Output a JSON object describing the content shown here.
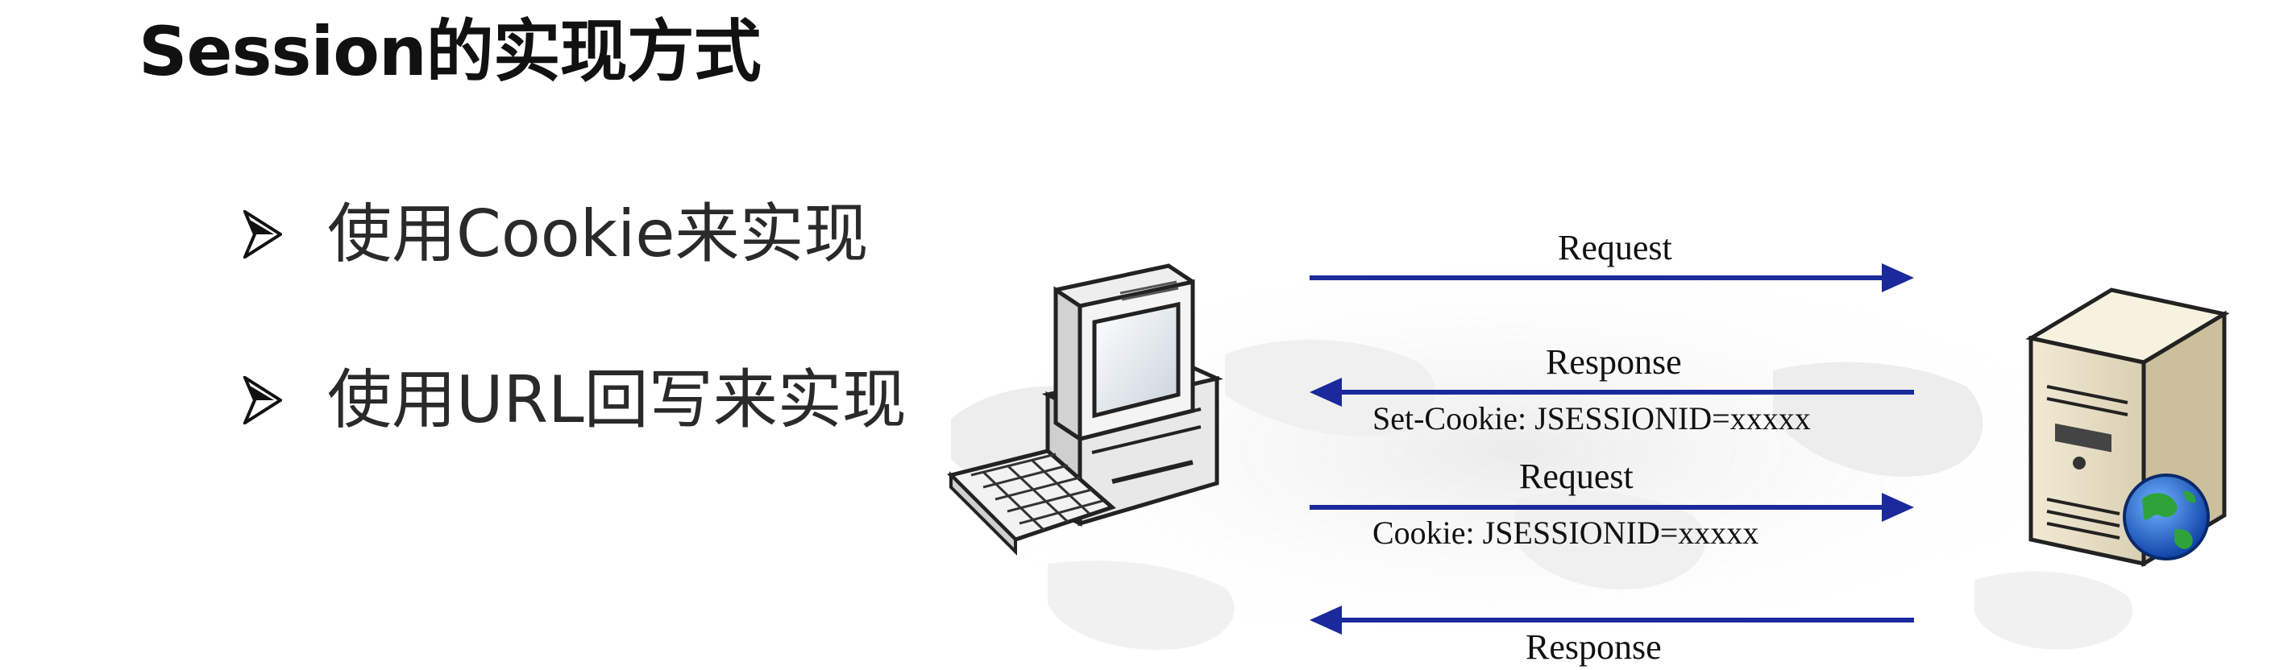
{
  "slide": {
    "title": "Session的实现方式",
    "bullets": [
      {
        "text": "使用Cookie来实现",
        "marker_icon": "arrowhead-bullet-icon"
      },
      {
        "text": "使用URL回写来实现",
        "marker_icon": "arrowhead-bullet-icon"
      }
    ]
  },
  "diagram": {
    "client_icon": "desktop-computer-icon",
    "server_icon": "server-globe-icon",
    "arrow_color": "#1a2a9c",
    "messages": [
      {
        "label": "Request",
        "sub_label": "",
        "direction": "client-to-server"
      },
      {
        "label": "Response",
        "sub_label": "Set-Cookie: JSESSIONID=xxxxx",
        "direction": "server-to-client"
      },
      {
        "label": "Request",
        "sub_label": "Cookie: JSESSIONID=xxxxx",
        "direction": "client-to-server"
      },
      {
        "label": "Response",
        "sub_label": "",
        "direction": "server-to-client"
      }
    ]
  }
}
